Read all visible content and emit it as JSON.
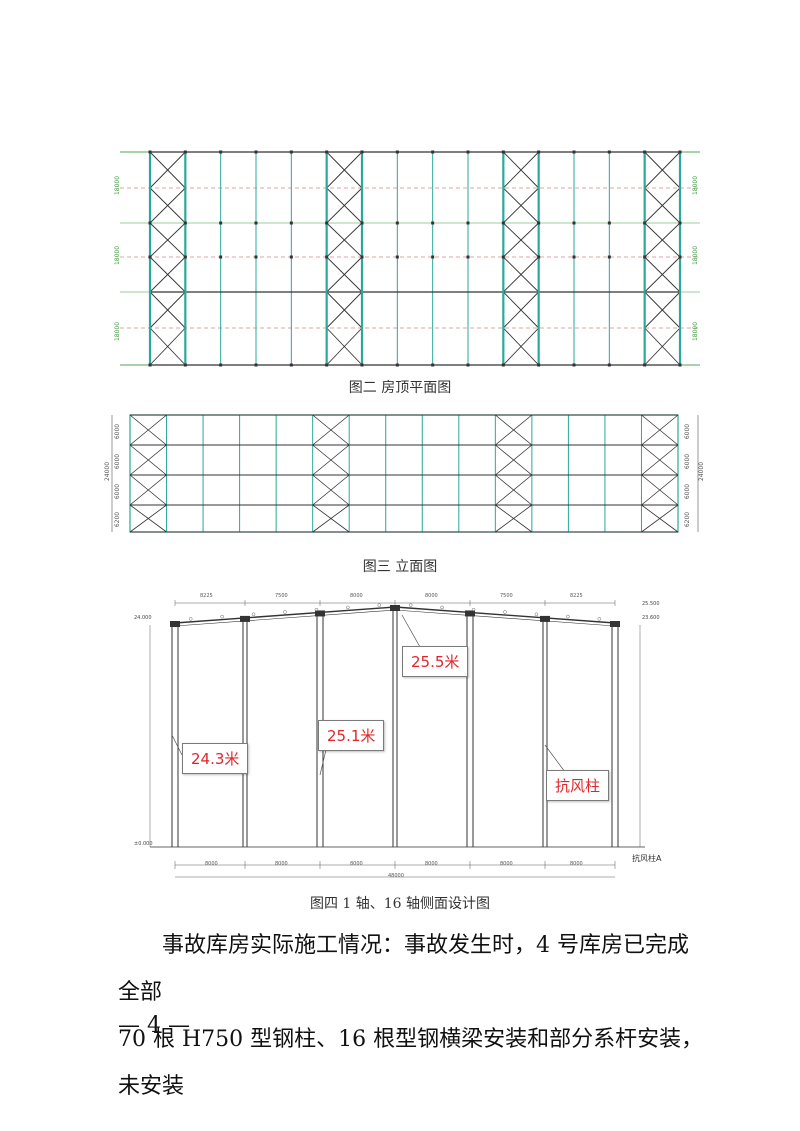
{
  "figure2": {
    "caption": "图二   房顶平面图",
    "dim_left": [
      "18000",
      "18000",
      "18000"
    ],
    "dim_right": [
      "18000",
      "18000",
      "18000"
    ]
  },
  "figure3": {
    "caption": "图三   立面图",
    "dim_left": [
      "6000",
      "6000",
      "6000",
      "6200"
    ],
    "dim_right": [
      "6000",
      "6000",
      "6000",
      "6200"
    ],
    "total_left": "24000",
    "total_right": "24000"
  },
  "figure4": {
    "caption": "图四   1 轴、16 轴侧面设计图",
    "callouts": {
      "c1": "24.3米",
      "c2": "25.1米",
      "c3": "25.5米",
      "c4": "抗风柱"
    },
    "axis_label": "抗风柱A",
    "top_dims": [
      "8225",
      "7500",
      "8000",
      "8000",
      "7500",
      "8225"
    ],
    "bottom_dims": [
      "8000",
      "8000",
      "8000",
      "8000",
      "8000",
      "8000"
    ],
    "total_width": "48000",
    "elev_left_top": "24.000",
    "elev_left_bottom": "±0.000",
    "elev_right": "23.600",
    "elev_right_top": "25.500"
  },
  "paragraph": {
    "line1": "事故库房实际施工情况：事故发生时，4 号库房已完成全部",
    "line2": "70 根 H750 型钢柱、16 根型钢横梁安装和部分系杆安装，未安装"
  },
  "page_number": "— 4 —",
  "colors": {
    "teal": "#2aa89a",
    "dark": "#333333",
    "dimension_green": "#3a9a3a",
    "red_dashed": "#c44b4b",
    "callout_red": "#e0262b"
  }
}
